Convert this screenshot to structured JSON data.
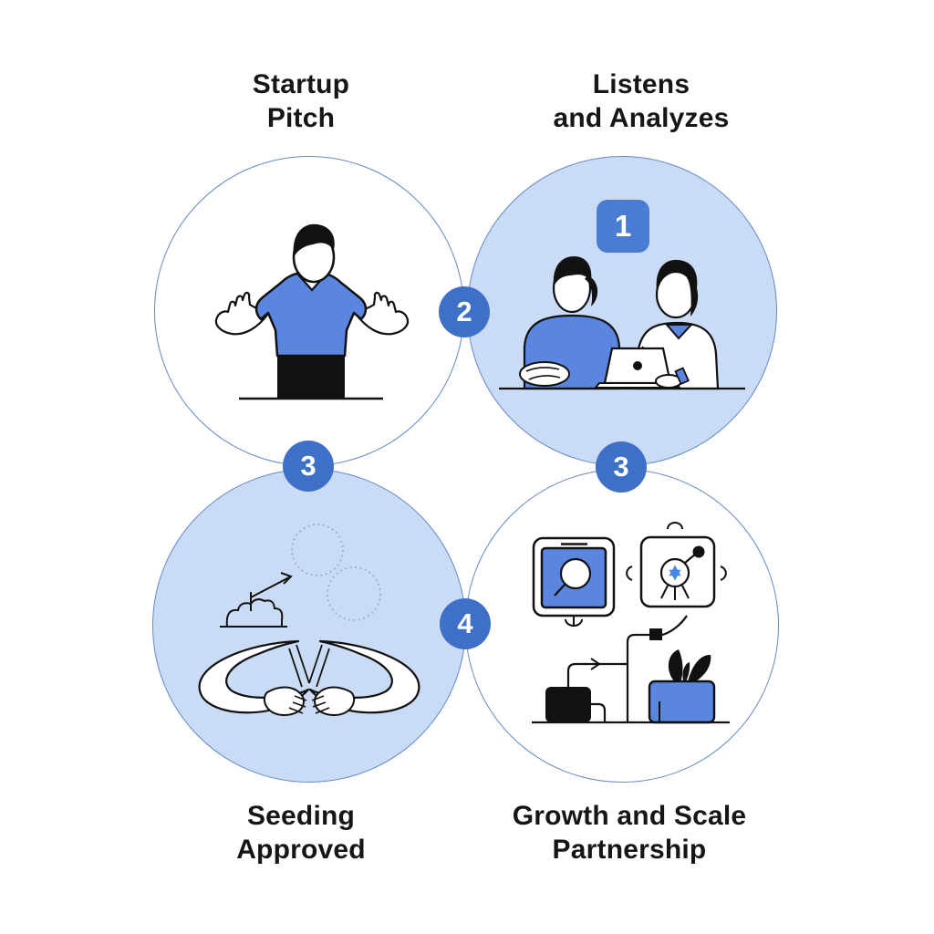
{
  "diagram": {
    "type": "process-flow-infographic",
    "background": "#ffffff",
    "colors": {
      "circle_fill": "#cadcf5",
      "circle_stroke": "#6488c9",
      "badge_circle_blue": "#3f70c8",
      "badge_square_blue": "#4a7cd4",
      "figure_blue": "#5b86e0",
      "accent_star_blue": "#4b86e8",
      "line_black": "#111111",
      "title_text": "#161616",
      "dotted_circle": "#90a8d8"
    },
    "steps": [
      {
        "title": "Startup\nPitch",
        "illustration": "shrugging-presenter",
        "circle_filled": false
      },
      {
        "title": "Listens\nand Analyzes",
        "illustration": "two-people-at-laptop",
        "circle_filled": true
      },
      {
        "title": "Seeding\nApproved",
        "illustration": "cupped-hands-seedling",
        "circle_filled": true
      },
      {
        "title": "Growth and Scale\nPartnership",
        "illustration": "growth-scale-icons",
        "circle_filled": false
      }
    ],
    "badges": {
      "step1": "1",
      "step2": "2",
      "step3_left": "3",
      "step3_right": "3",
      "step4": "4"
    }
  }
}
